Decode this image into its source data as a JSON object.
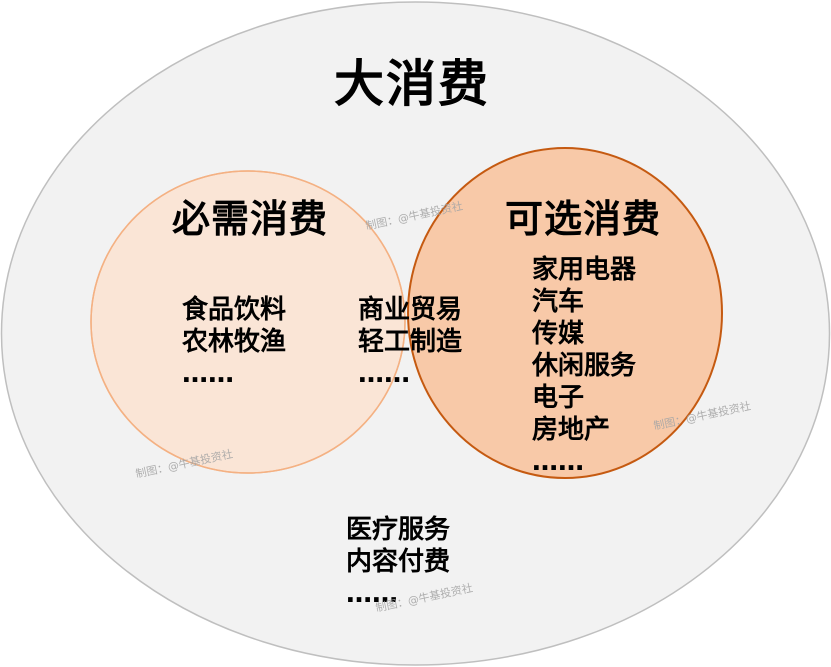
{
  "title": "大消费",
  "circles": {
    "staples": {
      "title": "必需消费",
      "items": [
        "食品饮料",
        "农林牧渔",
        "……"
      ]
    },
    "discretionary": {
      "title": "可选消费",
      "items": [
        "家用电器",
        "汽车",
        "传媒",
        "休闲服务",
        "电子",
        "房地产",
        "……"
      ]
    },
    "overlap": {
      "items": [
        "商业贸易",
        "轻工制造",
        "……"
      ]
    }
  },
  "outer_items": [
    "医疗服务",
    "内容付费",
    "……"
  ],
  "watermark": "制图：@牛基投资社",
  "colors": {
    "outer_fill": "#f2f2f2",
    "outer_stroke": "#bfbfbf",
    "staples_fill": "#fbe3d3",
    "staples_stroke": "#f4b183",
    "discretionary_fill": "#f8c9a8",
    "discretionary_stroke": "#c55a11",
    "overlap_fill": "#fbe8dc"
  }
}
